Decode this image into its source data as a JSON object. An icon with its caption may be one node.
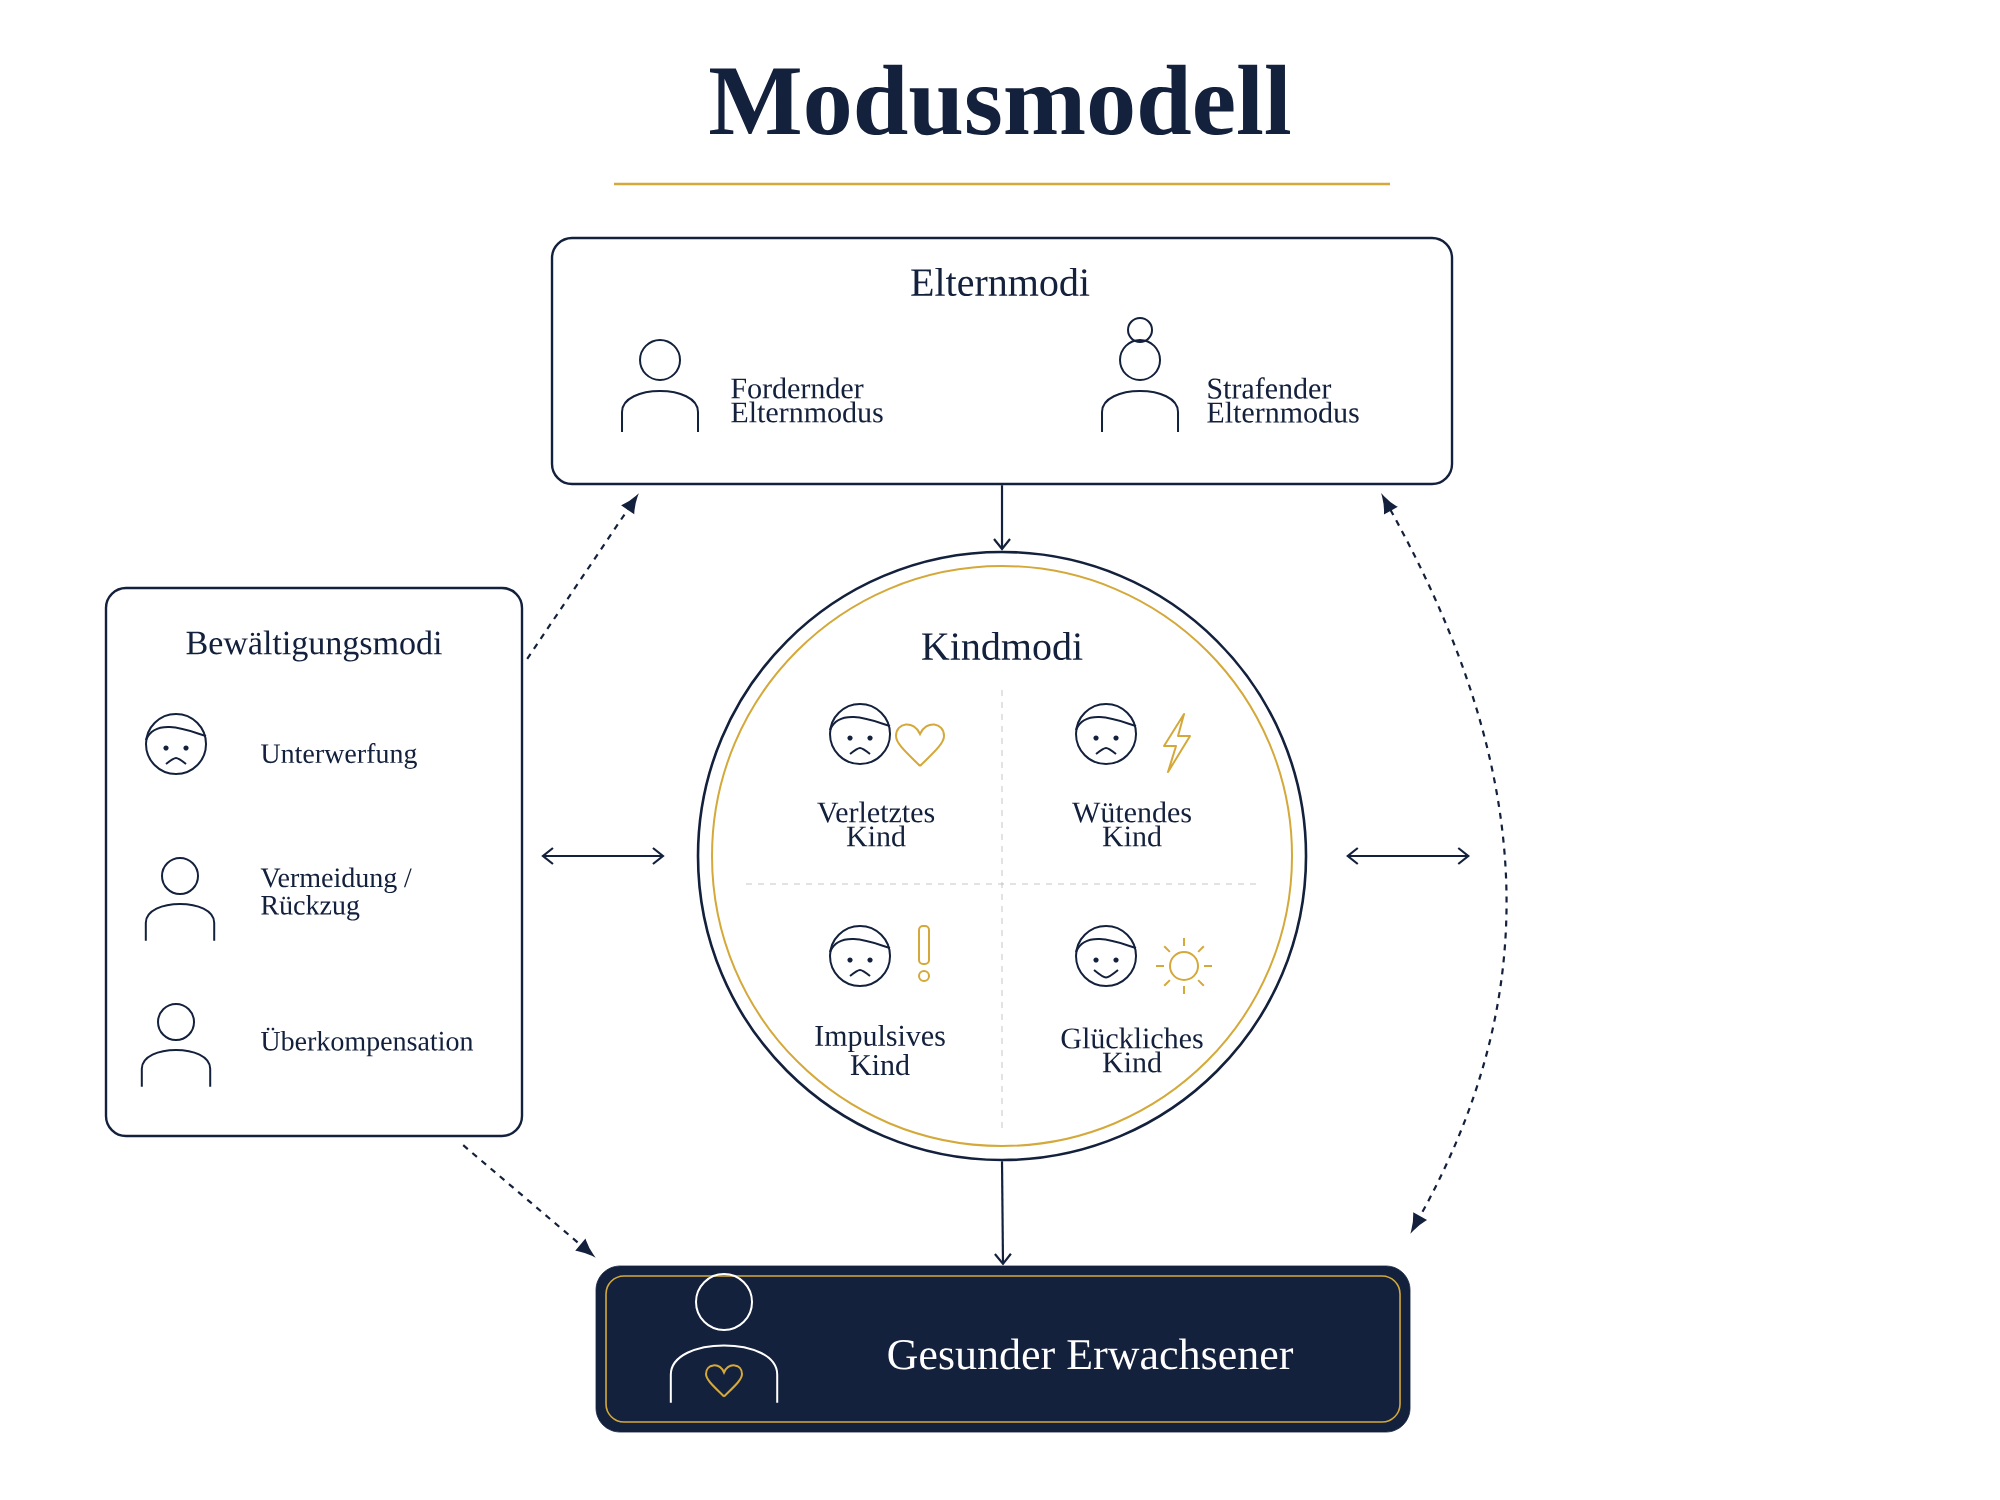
{
  "diagram": {
    "title": "Modusmodell",
    "nodes": [
      {
        "text": [
          "Elternmodi"
        ]
      },
      {
        "text": [
          "Fordernder Elternmodus"
        ],
        "in": 0
      },
      {
        "text": [
          "Strafender Elternmodus"
        ],
        "in": 0
      },
      {
        "text": [
          "Bewältigungsmodi"
        ]
      },
      {
        "text": [
          "Unterwerfung"
        ],
        "in": 3
      },
      {
        "text": [
          "Vermeidung / Rückzug"
        ],
        "in": 3
      },
      {
        "text": [
          "Überkompensation"
        ],
        "in": 3
      },
      {
        "text": [
          "Kindmodi"
        ]
      },
      {
        "text": [
          "Verletztes Kind"
        ],
        "in": 7
      },
      {
        "text": [
          "Wütendes Kind"
        ],
        "in": 7
      },
      {
        "text": [
          "Impulsives Kind"
        ],
        "in": 7
      },
      {
        "text": [
          "Glückliches Kind"
        ],
        "in": 7
      },
      {
        "text": [
          "Gesunder Erwachsener"
        ]
      }
    ],
    "edges": [
      {
        "from": 0,
        "to": 7,
        "arrow": "to"
      },
      {
        "from": 7,
        "to": 12,
        "arrow": "to"
      },
      {
        "from": 3,
        "to": 0,
        "arrow": "to",
        "style": "dashed"
      },
      {
        "from": 3,
        "to": 12,
        "arrow": "to",
        "style": "dashed"
      },
      {
        "from": 3,
        "to": 7,
        "arrow": "both"
      },
      {
        "from": 0,
        "to": 12,
        "arrow": "both",
        "style": "dashed"
      }
    ]
  }
}
